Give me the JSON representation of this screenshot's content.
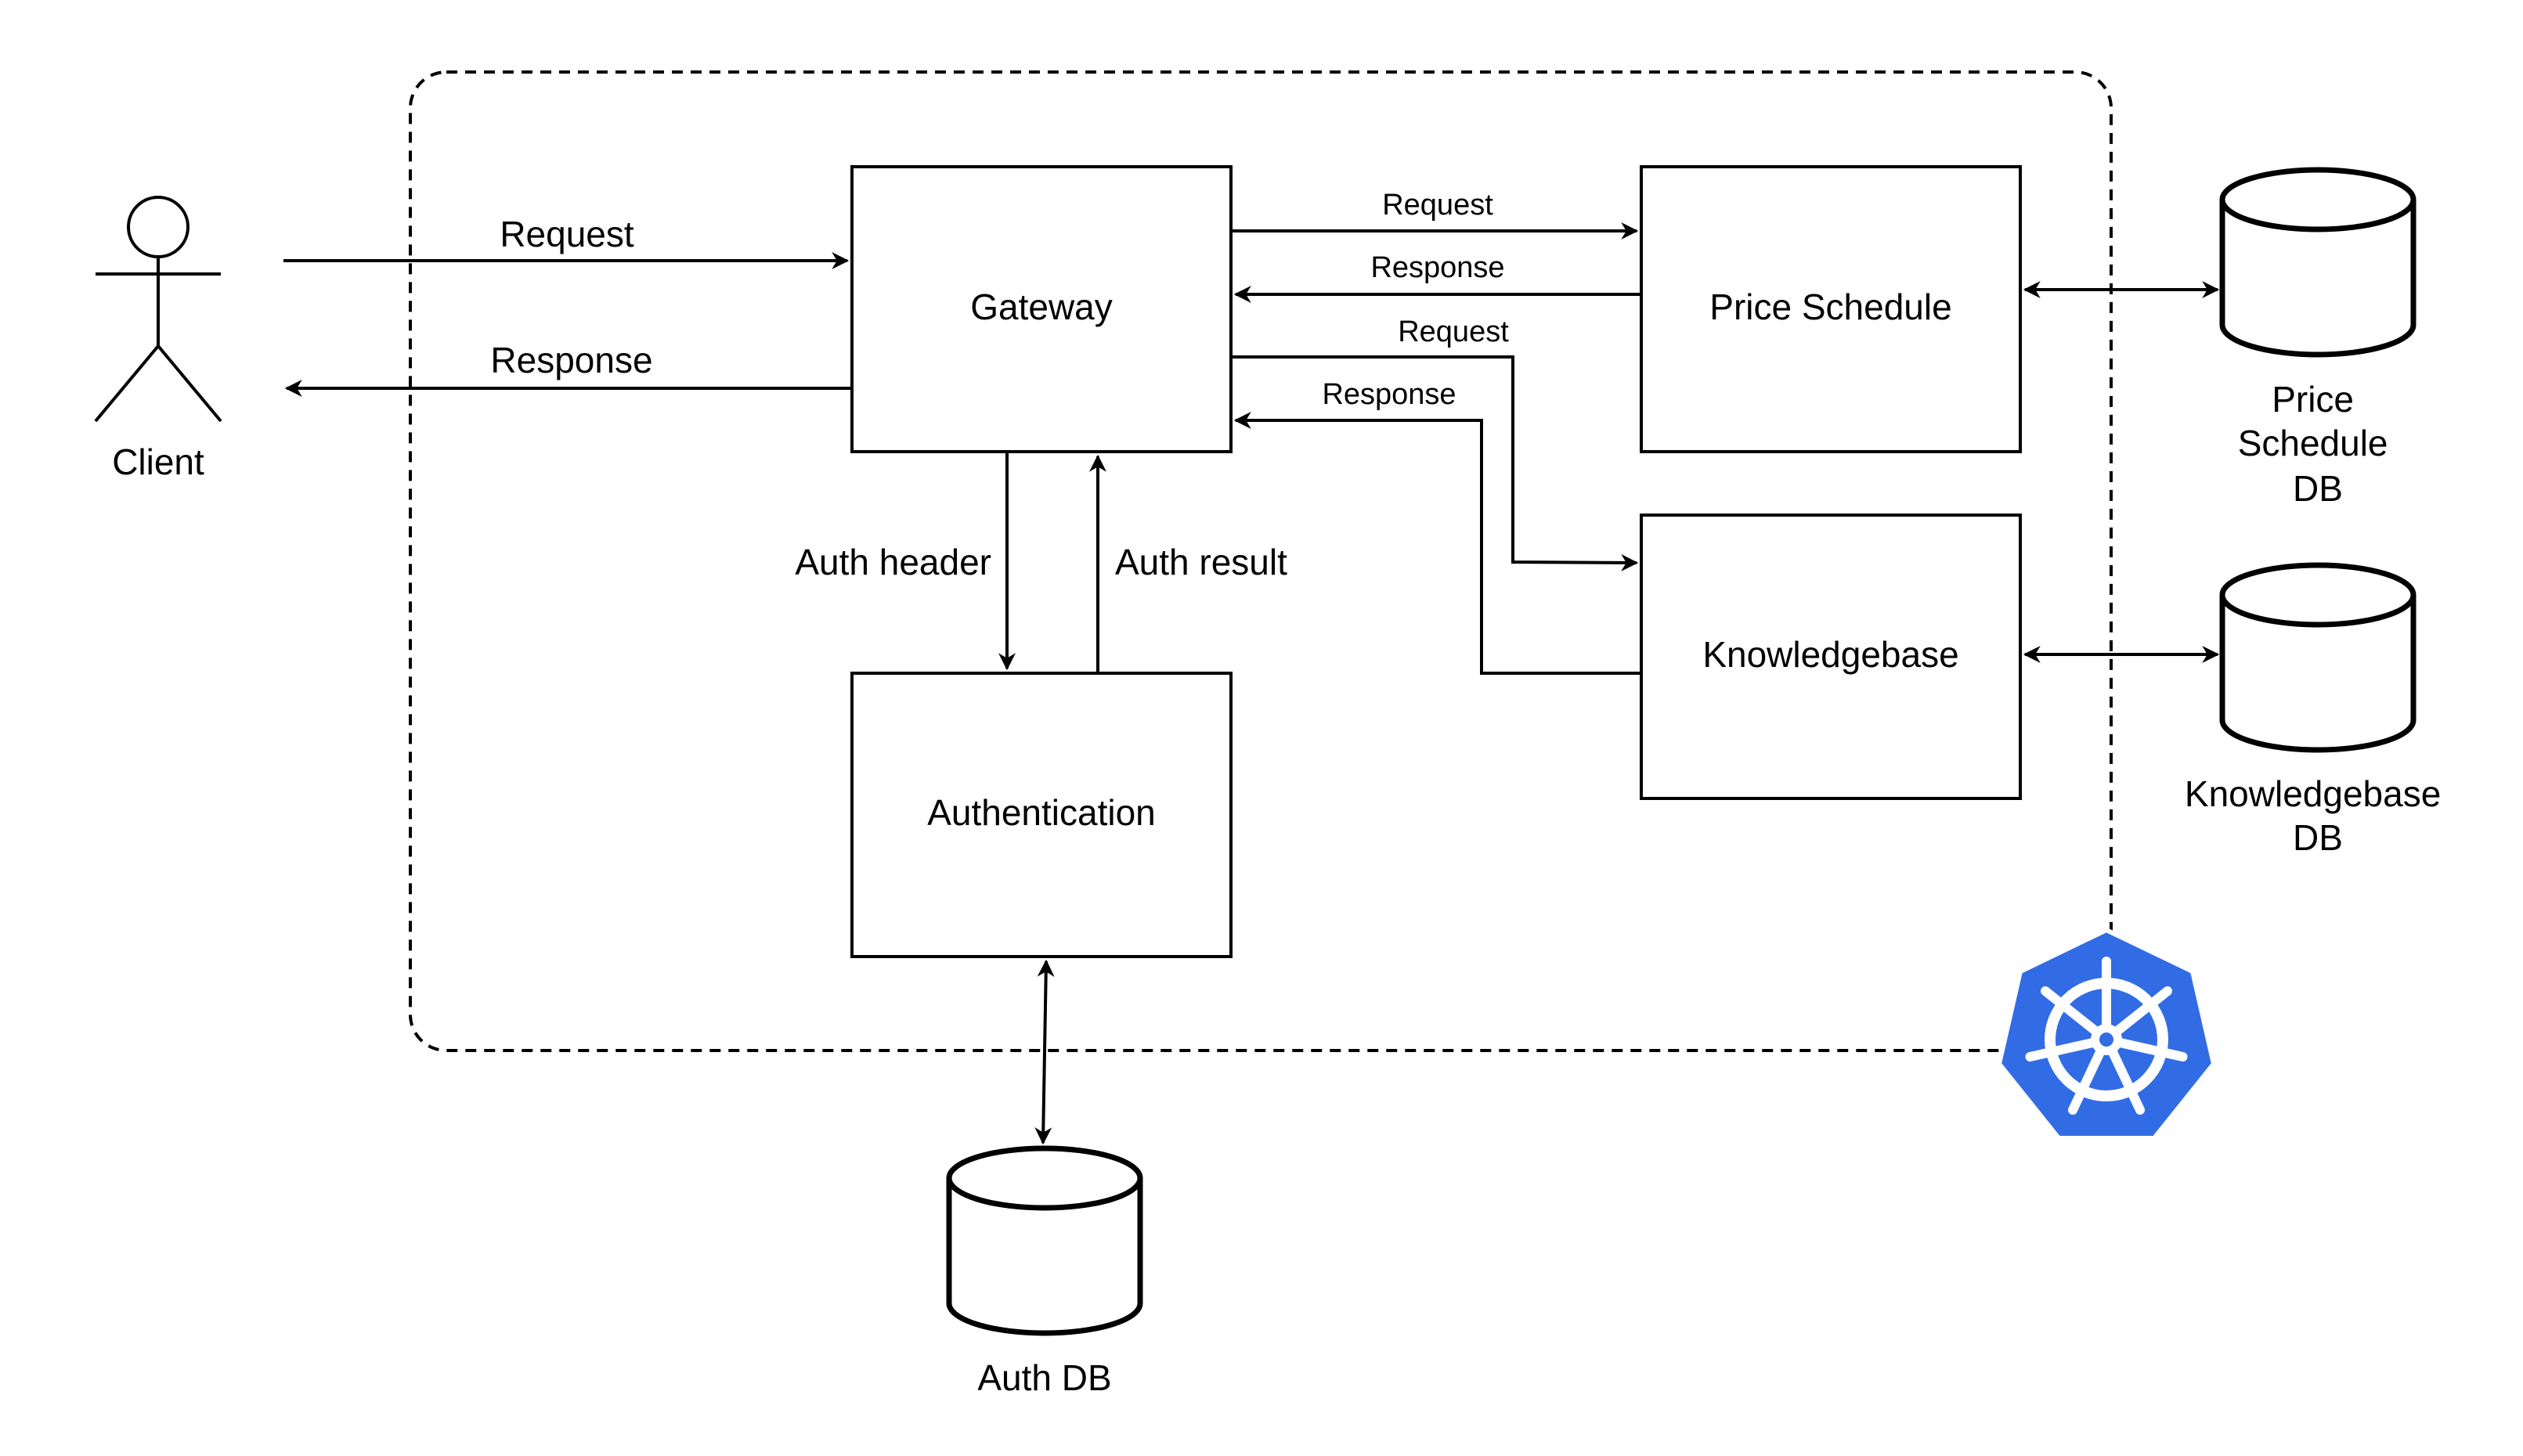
{
  "client": {
    "label": "Client"
  },
  "boxes": {
    "gateway": "Gateway",
    "price_schedule": "Price Schedule",
    "knowledgebase": "Knowledgebase",
    "authentication": "Authentication"
  },
  "databases": {
    "price_schedule_db": [
      "Price",
      "Schedule",
      "DB"
    ],
    "knowledgebase_db": [
      "Knowledgebase",
      "DB"
    ],
    "auth_db": [
      "Auth DB"
    ]
  },
  "edges": {
    "client_request": "Request",
    "client_response": "Response",
    "price_request": "Request",
    "price_response": "Response",
    "kb_request": "Request",
    "kb_response": "Response",
    "auth_header": "Auth header",
    "auth_result": "Auth result"
  },
  "colors": {
    "stroke": "#000000",
    "kubernetes_blue": "#326CE5",
    "background": "#ffffff"
  },
  "icons": {
    "cluster_logo": "kubernetes-helm-wheel-icon"
  }
}
